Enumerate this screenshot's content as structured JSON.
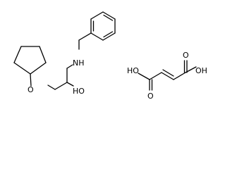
{
  "molecules": [
    {
      "name": "amino-alcohol",
      "labels": {
        "nh": "NH",
        "o_ether": "O",
        "oh": "HO"
      }
    },
    {
      "name": "fumaric-acid",
      "labels": {
        "ho_left": "HO",
        "o_left": "O",
        "oh_right": "OH",
        "o_right": "O"
      }
    }
  ],
  "colors": {
    "bond": "#000000",
    "background": "#ffffff"
  }
}
